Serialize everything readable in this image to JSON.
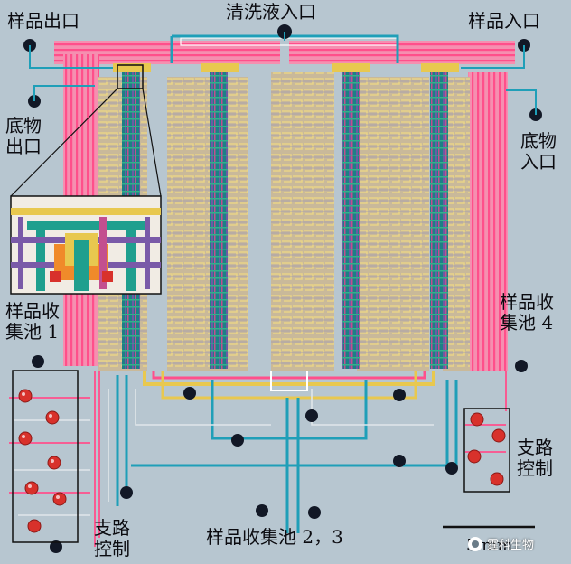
{
  "labels": {
    "sample_outlet": "样品出口",
    "wash_inlet": "清洗液入口",
    "sample_inlet": "样品入口",
    "substrate_outlet": "底物出口",
    "substrate_inlet": "底物入口",
    "pool_1": "样品收集池 1",
    "pool_4": "样品收集池 4",
    "pools_2_3": "样品收集池 2，3",
    "branch_control_left": "支路控制",
    "branch_control_right": "支路控制",
    "scale_bar": "5 mm"
  },
  "watermark": "霆科生物",
  "colors": {
    "background": "#b7c6d0",
    "flow_channel": "#ff4f8b",
    "control_channel": "#1f9fb8",
    "gold_channel": "#d9b84a",
    "port": "#121826",
    "red_valve": "#d8312b",
    "purple": "#7a5aa8"
  },
  "icons": [
    "port-dot",
    "valve-dot",
    "wechat-icon"
  ]
}
